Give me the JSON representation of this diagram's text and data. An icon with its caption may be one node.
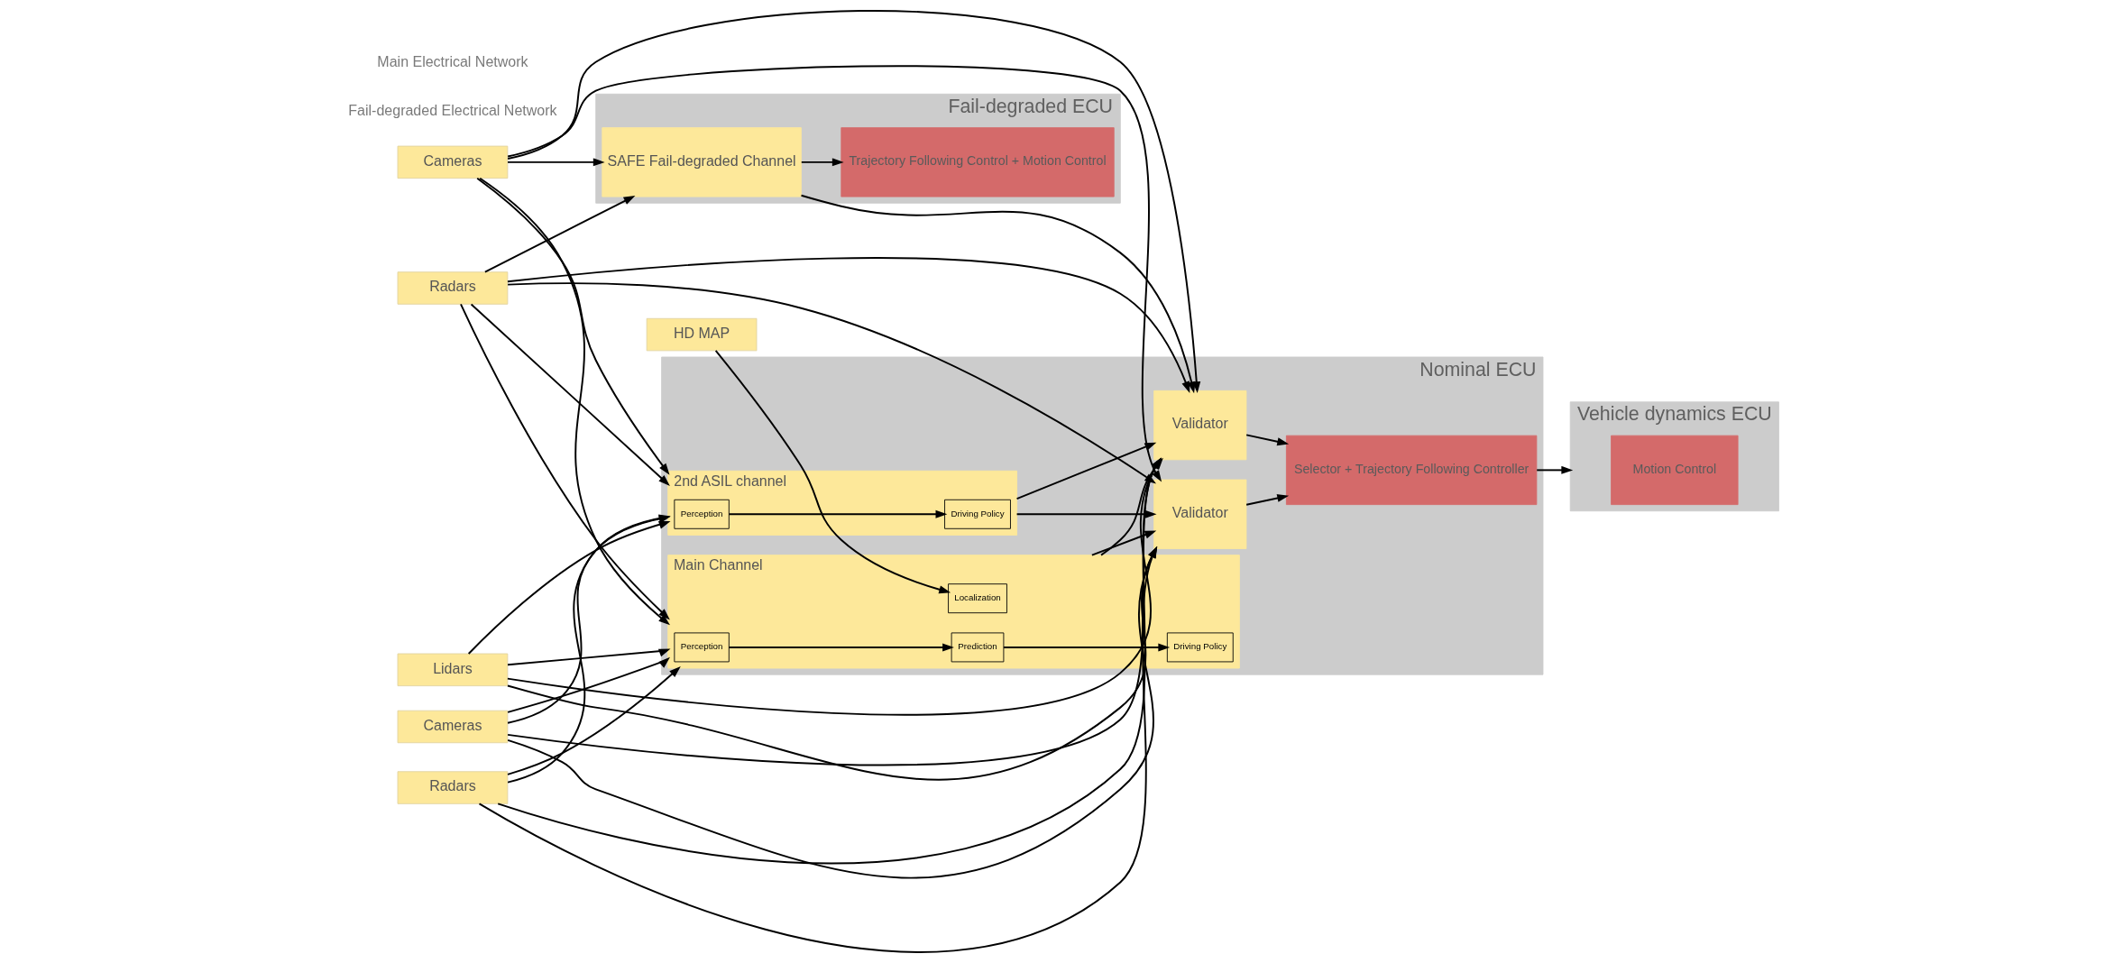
{
  "diagram": {
    "nodes": [
      {
        "text": [
          "Cameras"
        ]
      },
      {
        "text": [
          "Radars"
        ]
      },
      {
        "text": [
          "Fail-degraded ECU"
        ]
      },
      {
        "text": [
          "SAFE Fail-degraded Channel"
        ],
        "in": 2
      },
      {
        "text": [
          "Trajectory Following Control + Motion Control"
        ],
        "in": 2
      },
      {
        "text": [
          "Nominal ECU"
        ]
      },
      {
        "text": [
          "2nd ASIL channel"
        ],
        "in": 5
      },
      {
        "text": [
          "Perception"
        ],
        "in": 6
      },
      {
        "text": [
          "Driving Policy"
        ],
        "in": 6
      },
      {
        "text": [
          "Validator"
        ],
        "in": 5
      },
      {
        "text": [
          "Main Channel"
        ],
        "in": 5
      },
      {
        "text": [
          "Perception"
        ],
        "in": 10
      },
      {
        "text": [
          "Prediction"
        ],
        "in": 10
      },
      {
        "text": [
          "Driving Policy"
        ],
        "in": 10
      },
      {
        "text": [
          "Localization"
        ],
        "in": 10
      },
      {
        "text": [
          "Validator"
        ],
        "in": 5
      },
      {
        "text": [
          "Selector + Trajectory Following Controller"
        ],
        "in": 5
      },
      {
        "text": [
          "Lidars"
        ]
      },
      {
        "text": [
          "Cameras"
        ]
      },
      {
        "text": [
          "Radars"
        ]
      },
      {
        "text": [
          "HD MAP"
        ]
      },
      {
        "text": [
          "Vehicle dynamics ECU"
        ]
      },
      {
        "text": [
          "Motion Control"
        ],
        "in": 21
      }
    ],
    "edges": [
      {
        "from": 0,
        "to": 3,
        "arrow": "to"
      },
      {
        "from": 1,
        "to": 3,
        "arrow": "to"
      },
      {
        "from": 0,
        "to": 9,
        "arrow": "to"
      },
      {
        "from": 1,
        "to": 9,
        "arrow": "to"
      },
      {
        "from": 0,
        "to": 6,
        "arrow": "to"
      },
      {
        "from": 1,
        "to": 6,
        "arrow": "to"
      },
      {
        "from": 0,
        "to": 10,
        "arrow": "to"
      },
      {
        "from": 1,
        "to": 10,
        "arrow": "to"
      },
      {
        "from": 0,
        "to": 15,
        "arrow": "to"
      },
      {
        "from": 1,
        "to": 15,
        "arrow": "to"
      },
      {
        "from": 17,
        "to": 9,
        "arrow": "to"
      },
      {
        "from": 18,
        "to": 9,
        "arrow": "to"
      },
      {
        "from": 19,
        "to": 9,
        "arrow": "to"
      },
      {
        "from": 17,
        "to": 6,
        "arrow": "to"
      },
      {
        "from": 18,
        "to": 6,
        "arrow": "to"
      },
      {
        "from": 19,
        "to": 6,
        "arrow": "to"
      },
      {
        "from": 17,
        "to": 10,
        "arrow": "to"
      },
      {
        "from": 18,
        "to": 10,
        "arrow": "to"
      },
      {
        "from": 19,
        "to": 10,
        "arrow": "to"
      },
      {
        "from": 17,
        "to": 15,
        "arrow": "to"
      },
      {
        "from": 18,
        "to": 15,
        "arrow": "to"
      },
      {
        "from": 19,
        "to": 15,
        "arrow": "to"
      },
      {
        "from": 20,
        "to": 14,
        "arrow": "to"
      },
      {
        "from": 3,
        "to": 4,
        "arrow": "to"
      },
      {
        "from": 3,
        "to": 9,
        "arrow": "to"
      },
      {
        "from": 7,
        "to": 8,
        "arrow": "to"
      },
      {
        "from": 11,
        "to": 12,
        "arrow": "to"
      },
      {
        "from": 12,
        "to": 13,
        "arrow": "to"
      },
      {
        "from": 6,
        "to": 9,
        "arrow": "to"
      },
      {
        "from": 6,
        "to": 15,
        "arrow": "to"
      },
      {
        "from": 10,
        "to": 9,
        "arrow": "to"
      },
      {
        "from": 10,
        "to": 15,
        "arrow": "to"
      },
      {
        "from": 9,
        "to": 16,
        "arrow": "to"
      },
      {
        "from": 15,
        "to": 16,
        "arrow": "to"
      },
      {
        "from": 16,
        "to": 21,
        "arrow": "to"
      }
    ],
    "labels": [
      "Fail-degraded Electrical Network",
      "Main Electrical Network"
    ]
  }
}
